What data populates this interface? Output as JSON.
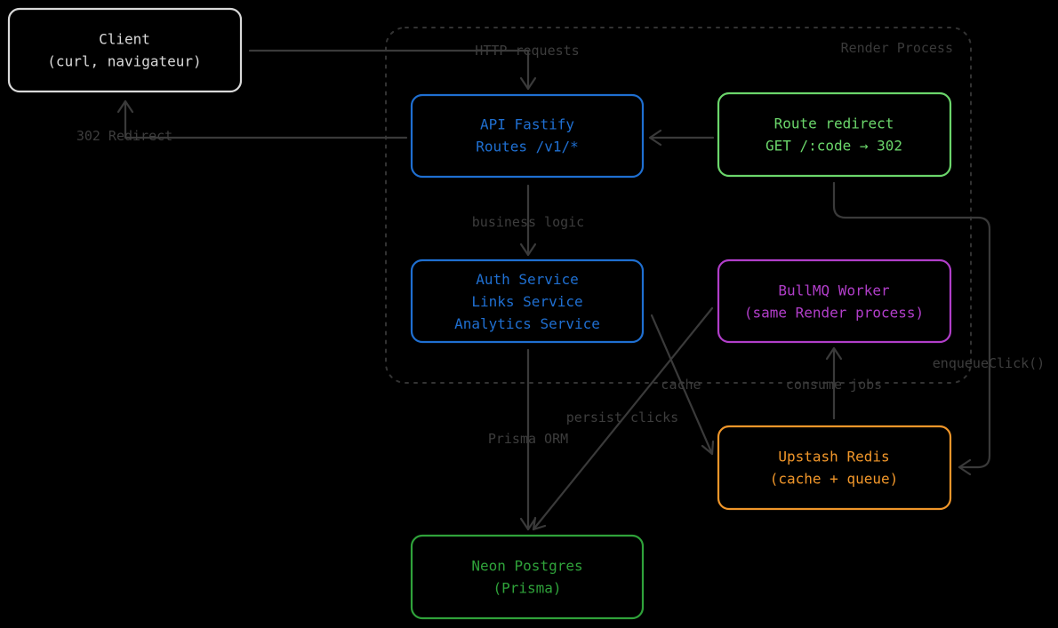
{
  "group": {
    "label": "Render Process"
  },
  "colors": {
    "client": "#d9d9d9",
    "api": "#1f6fd1",
    "services": "#1f6fd1",
    "redirect_route": "#6bd66b",
    "worker": "#b13ec9",
    "redis": "#f0962a",
    "postgres": "#2fa23a"
  },
  "nodes": {
    "client": {
      "lines": [
        "Client",
        "(curl, navigateur)"
      ]
    },
    "api": {
      "lines": [
        "API Fastify",
        "Routes /v1/*"
      ]
    },
    "redirect_route": {
      "lines": [
        "Route redirect",
        "GET /:code → 302"
      ]
    },
    "services": {
      "lines": [
        "Auth Service",
        "Links Service",
        "Analytics Service"
      ]
    },
    "worker": {
      "lines": [
        "BullMQ Worker",
        "(same Render process)"
      ]
    },
    "redis": {
      "lines": [
        "Upstash Redis",
        "(cache + queue)"
      ]
    },
    "postgres": {
      "lines": [
        "Neon Postgres",
        "(Prisma)"
      ]
    }
  },
  "edges": [
    {
      "from": "client",
      "to": "api",
      "label": "HTTP requests"
    },
    {
      "from": "api",
      "to": "client",
      "label": "302 Redirect"
    },
    {
      "from": "redirect_route",
      "to": "api",
      "label": ""
    },
    {
      "from": "api",
      "to": "services",
      "label": "business logic"
    },
    {
      "from": "services",
      "to": "postgres",
      "label": "Prisma ORM"
    },
    {
      "from": "services",
      "to": "redis",
      "label": "cache"
    },
    {
      "from": "worker",
      "to": "postgres",
      "label": "persist clicks"
    },
    {
      "from": "redis",
      "to": "worker",
      "label": "consume jobs"
    },
    {
      "from": "redirect_route",
      "to": "redis",
      "label": "enqueueClick()"
    }
  ]
}
